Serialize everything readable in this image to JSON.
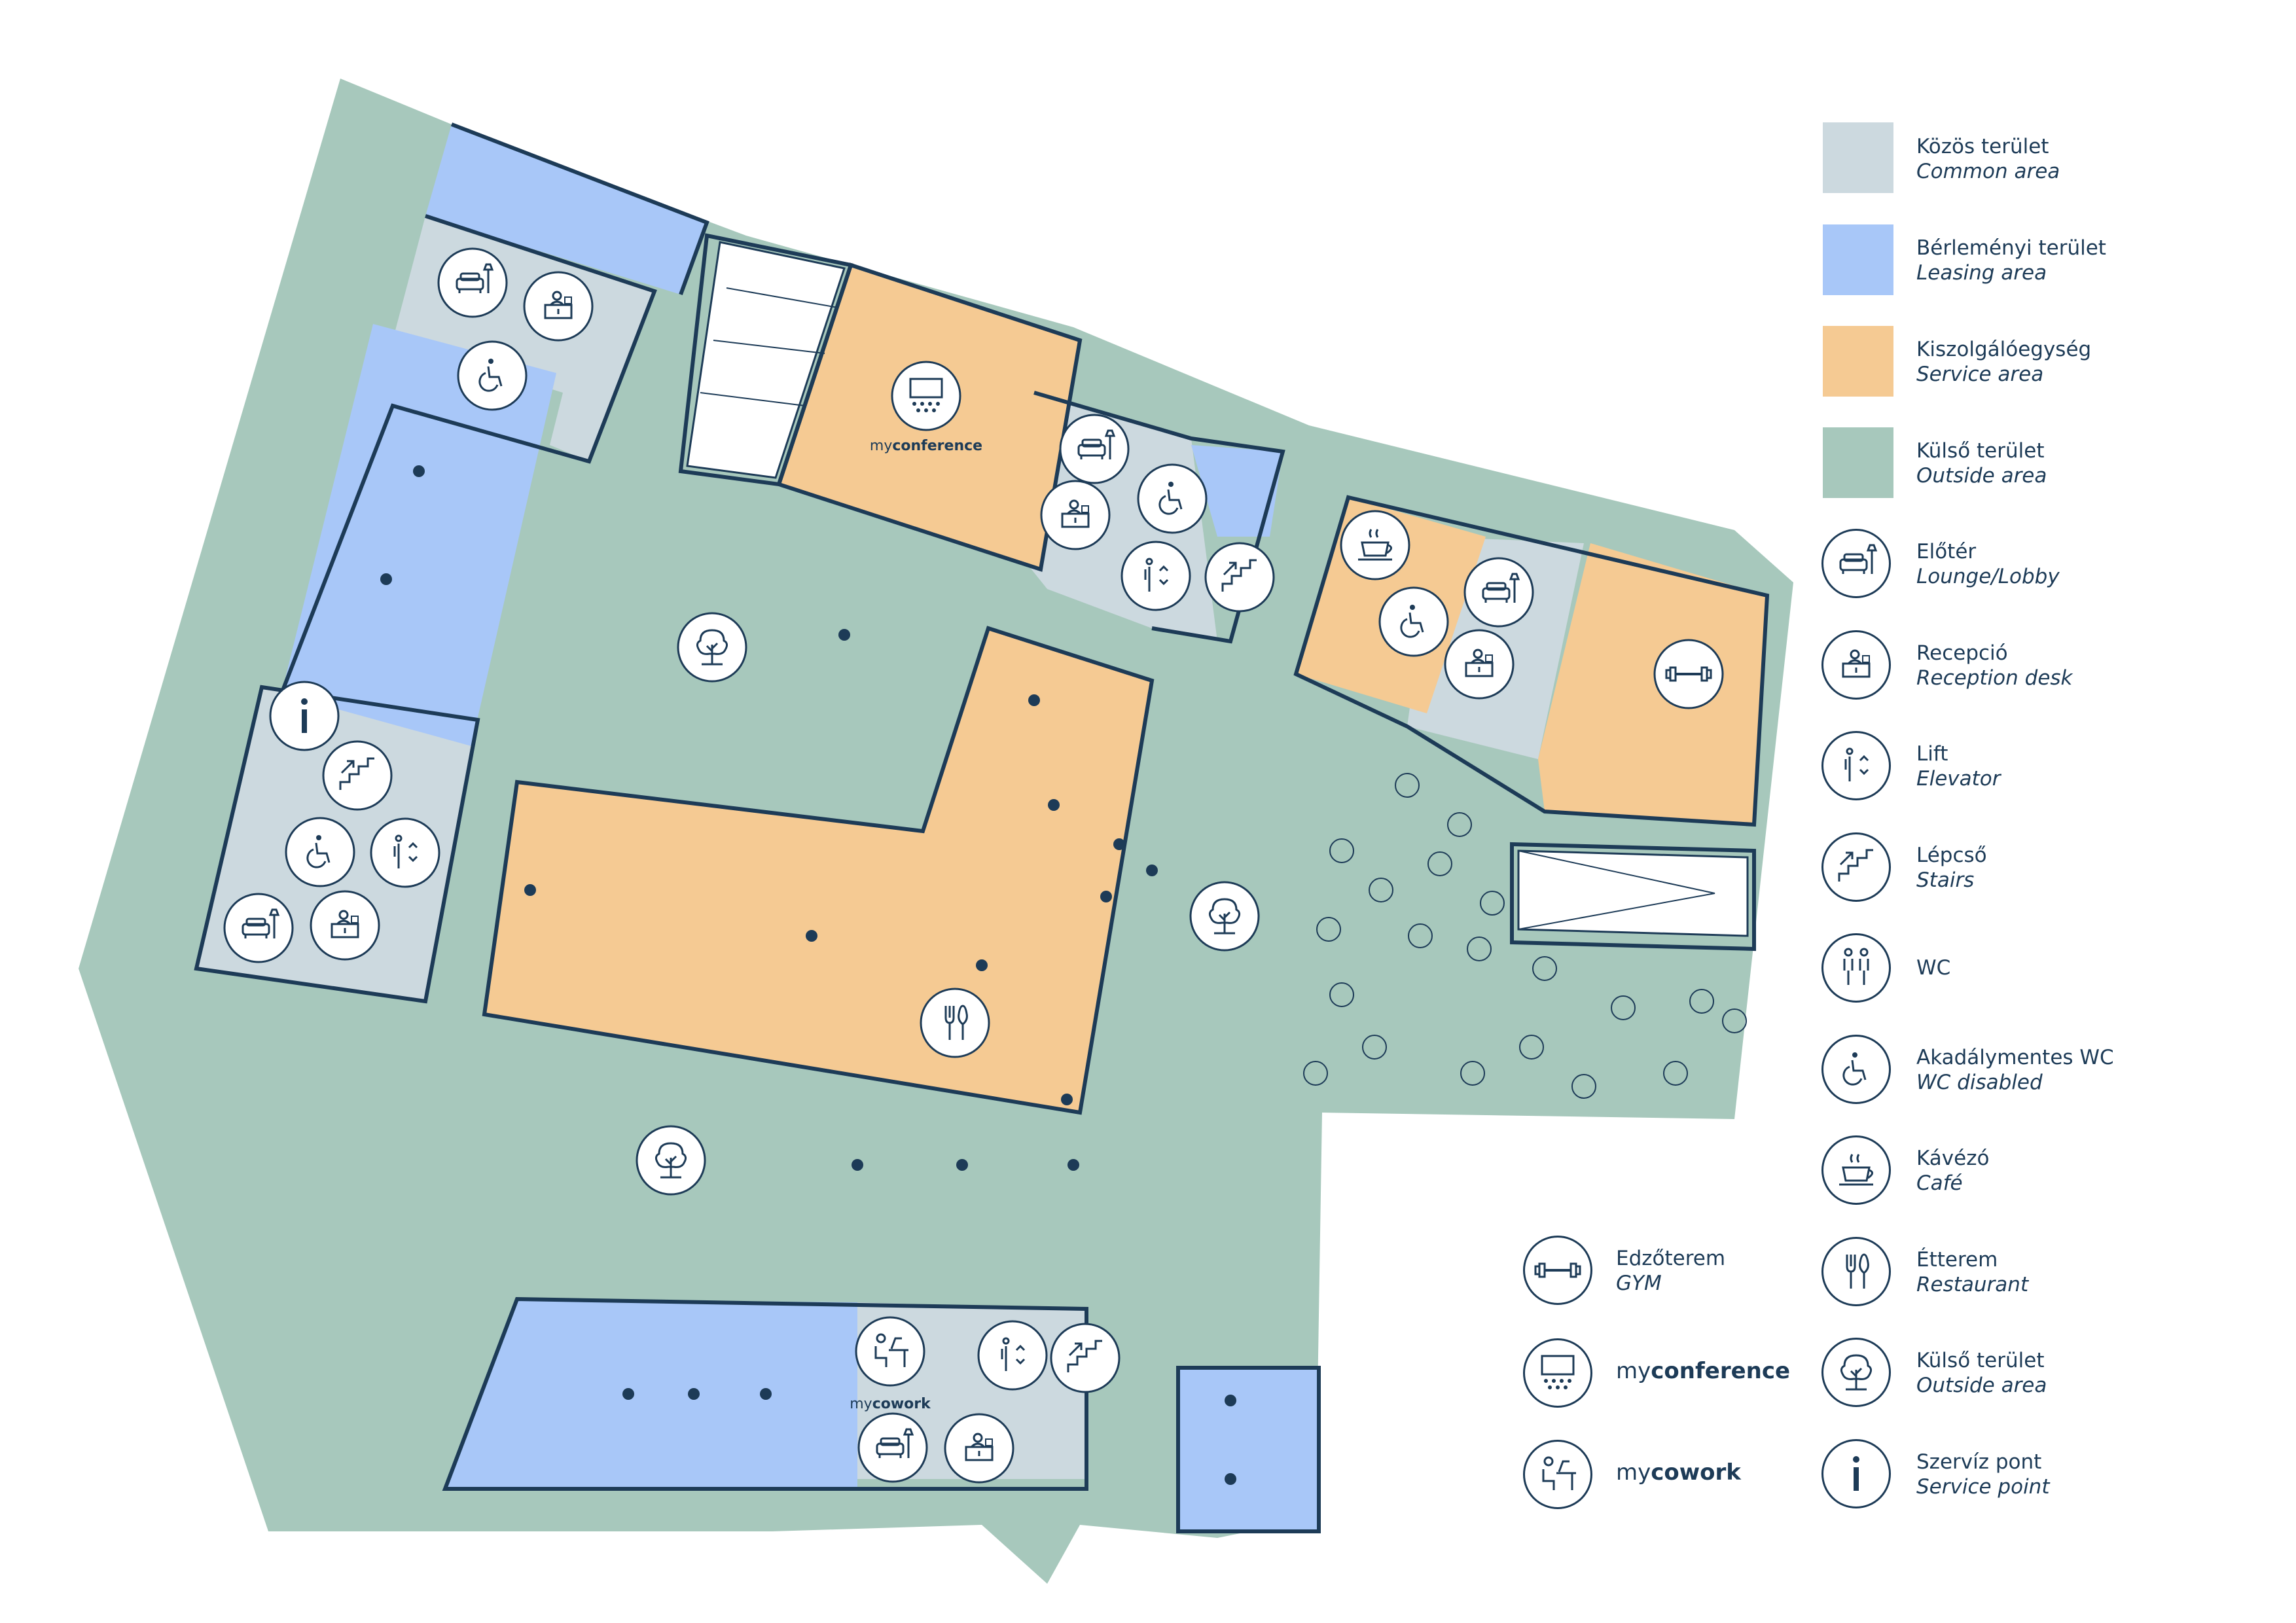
{
  "colors": {
    "common": "#ccd9df",
    "leasing": "#a8c7f8",
    "service": "#f5ca93",
    "outside": "#a7c8bc",
    "ink": "#1d3b57"
  },
  "legend": {
    "areas": [
      {
        "key": "common",
        "label": "Közös terület",
        "sub": "Common area"
      },
      {
        "key": "leasing",
        "label": "Bérleményi terület",
        "sub": "Leasing area"
      },
      {
        "key": "service",
        "label": "Kiszolgálóegység",
        "sub": "Service area"
      },
      {
        "key": "outside",
        "label": "Külső terület",
        "sub": "Outside area"
      }
    ],
    "icons": [
      {
        "icon": "sofa-icon",
        "label": "Előtér",
        "sub": "Lounge/Lobby"
      },
      {
        "icon": "reception-desk-icon",
        "label": "Recepció",
        "sub": "Reception desk"
      },
      {
        "icon": "elevator-icon",
        "label": "Lift",
        "sub": "Elevator"
      },
      {
        "icon": "stairs-icon",
        "label": "Lépcső",
        "sub": "Stairs"
      },
      {
        "icon": "wc-icon",
        "label": "WC",
        "sub": ""
      },
      {
        "icon": "wheelchair-icon",
        "label": "Akadálymentes WC",
        "sub": "WC disabled"
      },
      {
        "icon": "coffee-cup-icon",
        "label": "Kávézó",
        "sub": "Café"
      },
      {
        "icon": "fork-knife-icon",
        "label": "Étterem",
        "sub": "Restaurant"
      },
      {
        "icon": "tree-icon",
        "label": "Külső terület",
        "sub": "Outside area"
      },
      {
        "icon": "info-icon",
        "label": "Szervíz pont",
        "sub": "Service point"
      }
    ],
    "extra": [
      {
        "icon": "dumbbell-icon",
        "label": "Edzőterem",
        "sub": "GYM"
      },
      {
        "icon": "projector-screen-icon",
        "brand_light": "my",
        "brand_bold": "conference"
      },
      {
        "icon": "desk-person-icon",
        "brand_light": "my",
        "brand_bold": "cowork"
      }
    ]
  },
  "map_labels": {
    "conference": {
      "light": "my",
      "bold": "conference"
    },
    "cowork": {
      "light": "my",
      "bold": "cowork"
    }
  }
}
